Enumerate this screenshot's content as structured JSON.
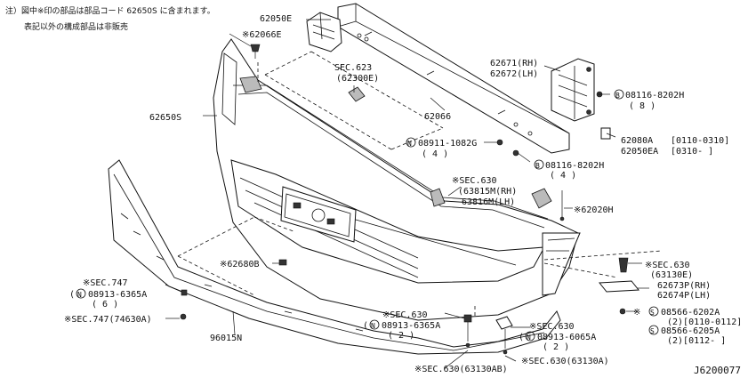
{
  "notes": {
    "line1": "注）図中※印の部品は部品コード 62650S に含まれます。",
    "line2": "表記以外の構成部品は非販売"
  },
  "labels": {
    "p62050E": "62050E",
    "p62066E": "※62066E",
    "sec623": "SEC.623",
    "sec623_sub": "(62300E)",
    "p62066": "62066",
    "p62671": "62671(RH)",
    "p62672": "62672(LH)",
    "p08116_top": "08116-8202H",
    "p08116_top_qty": "( 8 )",
    "p62650S": "62650S",
    "p08911": "08911-1082G",
    "p08911_qty": "( 4 )",
    "p62080A": "62080A",
    "p62080A_date": "[0110-0310]",
    "p62050EA": "62050EA",
    "p62050EA_date": "[0310-    ]",
    "p08116_mid": "08116-8202H",
    "p08116_mid_qty": "( 4 )",
    "sec630_63815": "※SEC.630",
    "p63815M": "(63815M(RH)",
    "p63816M": "63816M(LH)",
    "p62020H": "※62020H",
    "sec630_63130E": "※SEC.630",
    "sec630_63130E_sub": "(63130E)",
    "p62673P": "62673P(RH)",
    "p62674P": "62674P(LH)",
    "p62680B": "※62680B",
    "sec747": "※SEC.747",
    "p08913_left": "08913-6365A",
    "p08913_left_qty": "( 6 )",
    "sec747_74630A": "※SEC.747(74630A)",
    "p96015N": "96015N",
    "sec630_mid": "※SEC.630",
    "p08913_mid": "08913-6365A",
    "p08913_mid_qty": "( 2 )",
    "sec630_right": "※SEC.630",
    "p08913_right": "08913-6065A",
    "p08913_right_qty": "( 2 )",
    "p08566_6202A": "08566-6202A",
    "p08566_6202A_sub": "(2)[0110-0112]",
    "p08566_6205A": "08566-6205A",
    "p08566_6205A_sub": "(2)[0112-    ]",
    "sec630_63130AB": "※SEC.630(63130AB)",
    "sec630_63130A": "※SEC.630(63130A)",
    "n_mark": "N",
    "b_mark": "B",
    "s_mark": "S",
    "diagram_code": "J6200077"
  }
}
